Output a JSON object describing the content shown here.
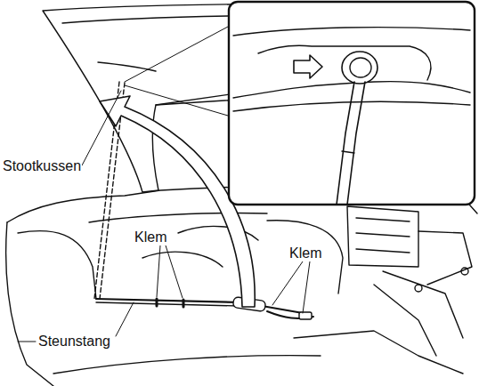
{
  "diagram": {
    "labels": [
      "Stootkussen",
      "Klem",
      "Klem",
      "Steunstang"
    ]
  }
}
